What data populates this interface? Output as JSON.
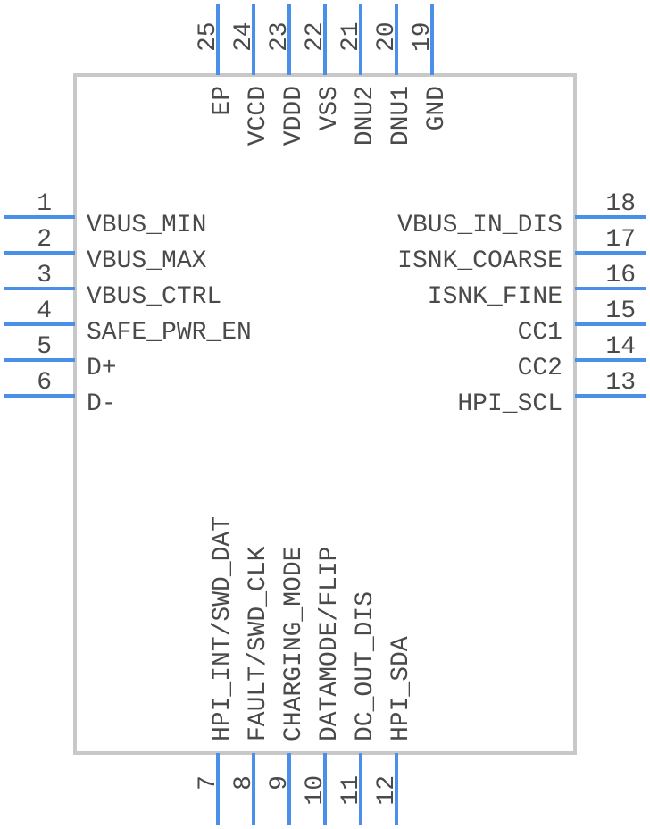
{
  "component": {
    "body_color": "#c8c8c8",
    "pin_color": "#4a8fe8",
    "text_color": "#4a4a4a"
  },
  "pins": {
    "left": [
      {
        "num": "1",
        "name": "VBUS_MIN"
      },
      {
        "num": "2",
        "name": "VBUS_MAX"
      },
      {
        "num": "3",
        "name": "VBUS_CTRL"
      },
      {
        "num": "4",
        "name": "SAFE_PWR_EN"
      },
      {
        "num": "5",
        "name": "D+"
      },
      {
        "num": "6",
        "name": "D-"
      }
    ],
    "right": [
      {
        "num": "18",
        "name": "VBUS_IN_DIS"
      },
      {
        "num": "17",
        "name": "ISNK_COARSE"
      },
      {
        "num": "16",
        "name": "ISNK_FINE"
      },
      {
        "num": "15",
        "name": "CC1"
      },
      {
        "num": "14",
        "name": "CC2"
      },
      {
        "num": "13",
        "name": "HPI_SCL"
      }
    ],
    "top": [
      {
        "num": "25",
        "name": "EP"
      },
      {
        "num": "24",
        "name": "VCCD"
      },
      {
        "num": "23",
        "name": "VDDD"
      },
      {
        "num": "22",
        "name": "VSS"
      },
      {
        "num": "21",
        "name": "DNU2"
      },
      {
        "num": "20",
        "name": "DNU1"
      },
      {
        "num": "19",
        "name": "GND"
      }
    ],
    "bottom": [
      {
        "num": "7",
        "name": "HPI_INT/SWD_DAT"
      },
      {
        "num": "8",
        "name": "FAULT/SWD_CLK"
      },
      {
        "num": "9",
        "name": "CHARGING_MODE"
      },
      {
        "num": "10",
        "name": "DATAMODE/FLIP"
      },
      {
        "num": "11",
        "name": "DC_OUT_DIS"
      },
      {
        "num": "12",
        "name": "HPI_SDA"
      }
    ]
  }
}
